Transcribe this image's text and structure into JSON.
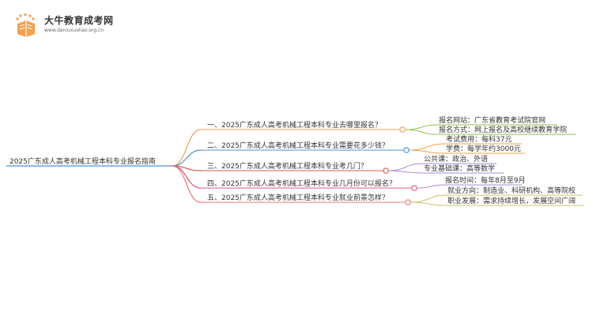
{
  "brand": {
    "name": "大牛教育成考网",
    "url": "www.daniuxueliao.org.cn"
  },
  "root": {
    "label": "2025广东成人高考机械工程本科专业报名指南"
  },
  "branches": [
    {
      "label": "一、2025广东成人高考机械工程本科专业去哪里报名？",
      "color": "#f5a04c",
      "children": [
        {
          "label": "报名网站：广东省教育考试院官网",
          "color": "#8bc34a"
        },
        {
          "label": "报名方式：网上报名及高校继续教育学院",
          "color": "#8bc34a"
        }
      ]
    },
    {
      "label": "二、2025广东成人高考机械工程本科专业需要花多少钱？",
      "color": "#4a90d9",
      "children": [
        {
          "label": "考试费用：每科37元",
          "color": "#f5a04c"
        },
        {
          "label": "学费：每学年约3000元",
          "color": "#f5a04c"
        }
      ]
    },
    {
      "label": "三、2025广东成人高考机械工程本科专业考几门？",
      "color": "#e05a5a",
      "children": [
        {
          "label": "公共课：政治、外语",
          "color": "#a98bd4"
        },
        {
          "label": "专业基础课：高等数学",
          "color": "#a98bd4"
        }
      ]
    },
    {
      "label": "四、2025广东成人高考机械工程本科专业几月份可以报名？",
      "color": "#e05a7a",
      "children": [
        {
          "label": "报名时间：每年8月至9月",
          "color": "#a98bd4"
        }
      ]
    },
    {
      "label": "五、2025广东成人高考机械工程本科专业就业前景怎样？",
      "color": "#e87878",
      "children": [
        {
          "label": "就业方向：制造业、科研机构、高等院校",
          "color": "#c8c46a"
        },
        {
          "label": "职业发展：需求持续增长，发展空间广阔",
          "color": "#c8c46a"
        }
      ]
    }
  ]
}
